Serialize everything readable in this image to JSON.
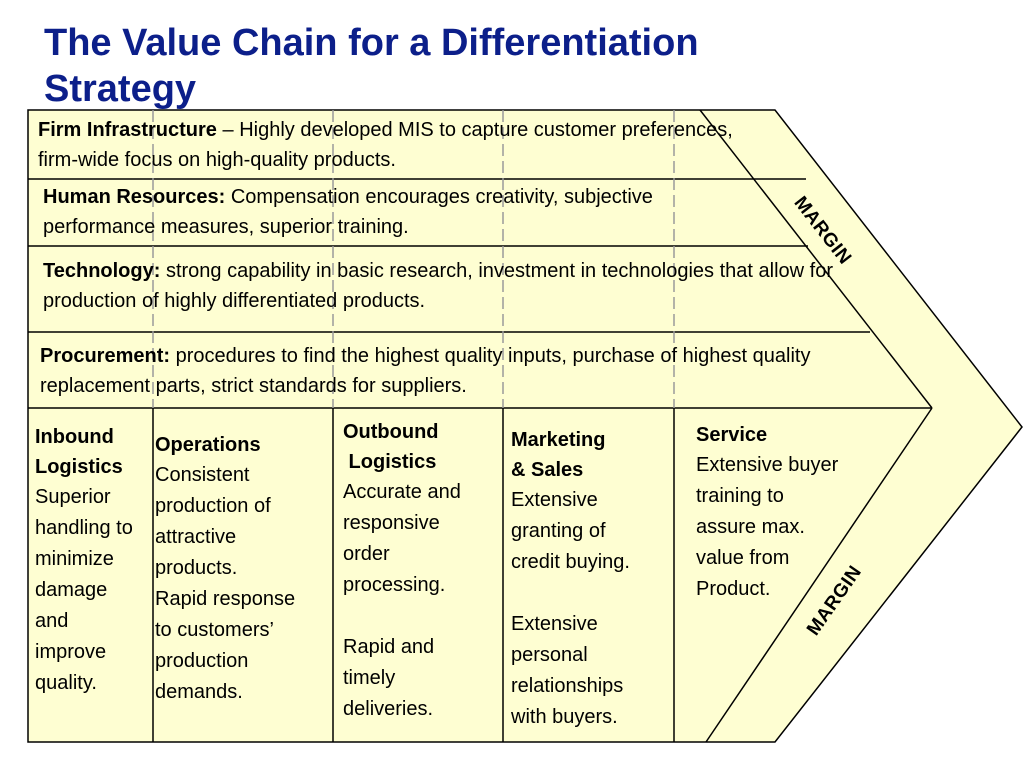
{
  "title": "The Value Chain for a Differentiation Strategy",
  "support_activities": [
    {
      "name": "Firm Infrastructure",
      "sep": " – ",
      "description": "Highly developed MIS to capture customer preferences, firm-wide focus on high-quality products."
    },
    {
      "name": "Human Resources:",
      "sep": "  ",
      "description": "Compensation encourages creativity, subjective performance measures, superior training."
    },
    {
      "name": "Technology:",
      "sep": " ",
      "description": "strong capability in basic research, investment in technologies that allow for production of highly differentiated products."
    },
    {
      "name": "Procurement:",
      "sep": "  ",
      "description": "procedures to find the highest quality inputs, purchase of highest quality replacement parts, strict standards for suppliers."
    }
  ],
  "primary_activities": [
    {
      "name_lines": [
        "Inbound",
        "Logistics"
      ],
      "body_lines": [
        "Superior",
        "handling to",
        "minimize",
        "damage",
        "and",
        "improve",
        "quality."
      ]
    },
    {
      "name_lines": [
        "Operations"
      ],
      "body_lines": [
        "Consistent",
        "production of",
        "attractive",
        "products.",
        "Rapid response",
        "to customers’",
        "production",
        "demands."
      ]
    },
    {
      "name_lines": [
        "Outbound",
        " Logistics"
      ],
      "body_lines": [
        "Accurate and",
        "responsive",
        "order",
        "processing.",
        "",
        "Rapid and",
        "timely",
        "deliveries."
      ]
    },
    {
      "name_lines": [
        "Marketing",
        "& Sales"
      ],
      "body_lines": [
        "Extensive",
        "granting of",
        "credit buying.",
        "",
        "Extensive",
        "personal",
        "relationships",
        "with buyers."
      ]
    },
    {
      "name_lines": [
        "Service"
      ],
      "body_lines": [
        "Extensive buyer",
        "training to",
        "assure max.",
        "value from",
        "Product."
      ]
    }
  ],
  "margin_labels": {
    "upper": "MARGIN",
    "lower": "MARGIN"
  },
  "colors": {
    "fill": "#fefed2",
    "title": "#0c1f8a",
    "stroke": "#000000",
    "dash": "#9a9a9a"
  }
}
